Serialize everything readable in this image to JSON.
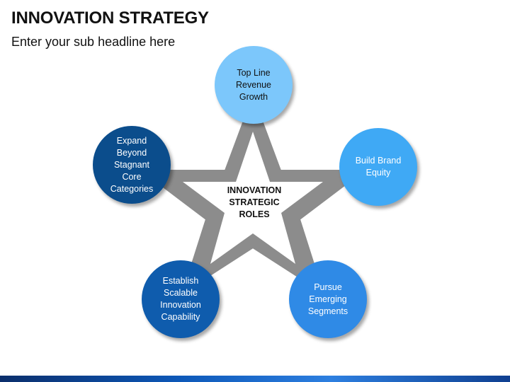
{
  "slide": {
    "title": "INNOVATION STRATEGY",
    "subtitle": "Enter your sub headline here"
  },
  "diagram": {
    "center_label": "INNOVATION\nSTRATEGIC\nROLES",
    "nodes": [
      {
        "label": "Top Line\nRevenue\nGrowth",
        "color": "#7cc7fb",
        "text_color": "#111111"
      },
      {
        "label": "Build Brand\nEquity",
        "color": "#3fa9f5",
        "text_color": "#ffffff"
      },
      {
        "label": "Pursue\nEmerging\nSegments",
        "color": "#2f8ae6",
        "text_color": "#ffffff"
      },
      {
        "label": "Establish\nScalable\nInnovation\nCapability",
        "color": "#0f5cad",
        "text_color": "#ffffff"
      },
      {
        "label": "Expand\nBeyond\nStagnant\nCore\nCategories",
        "color": "#0b4d8c",
        "text_color": "#ffffff"
      }
    ],
    "star_color": "#8c8c8c"
  }
}
